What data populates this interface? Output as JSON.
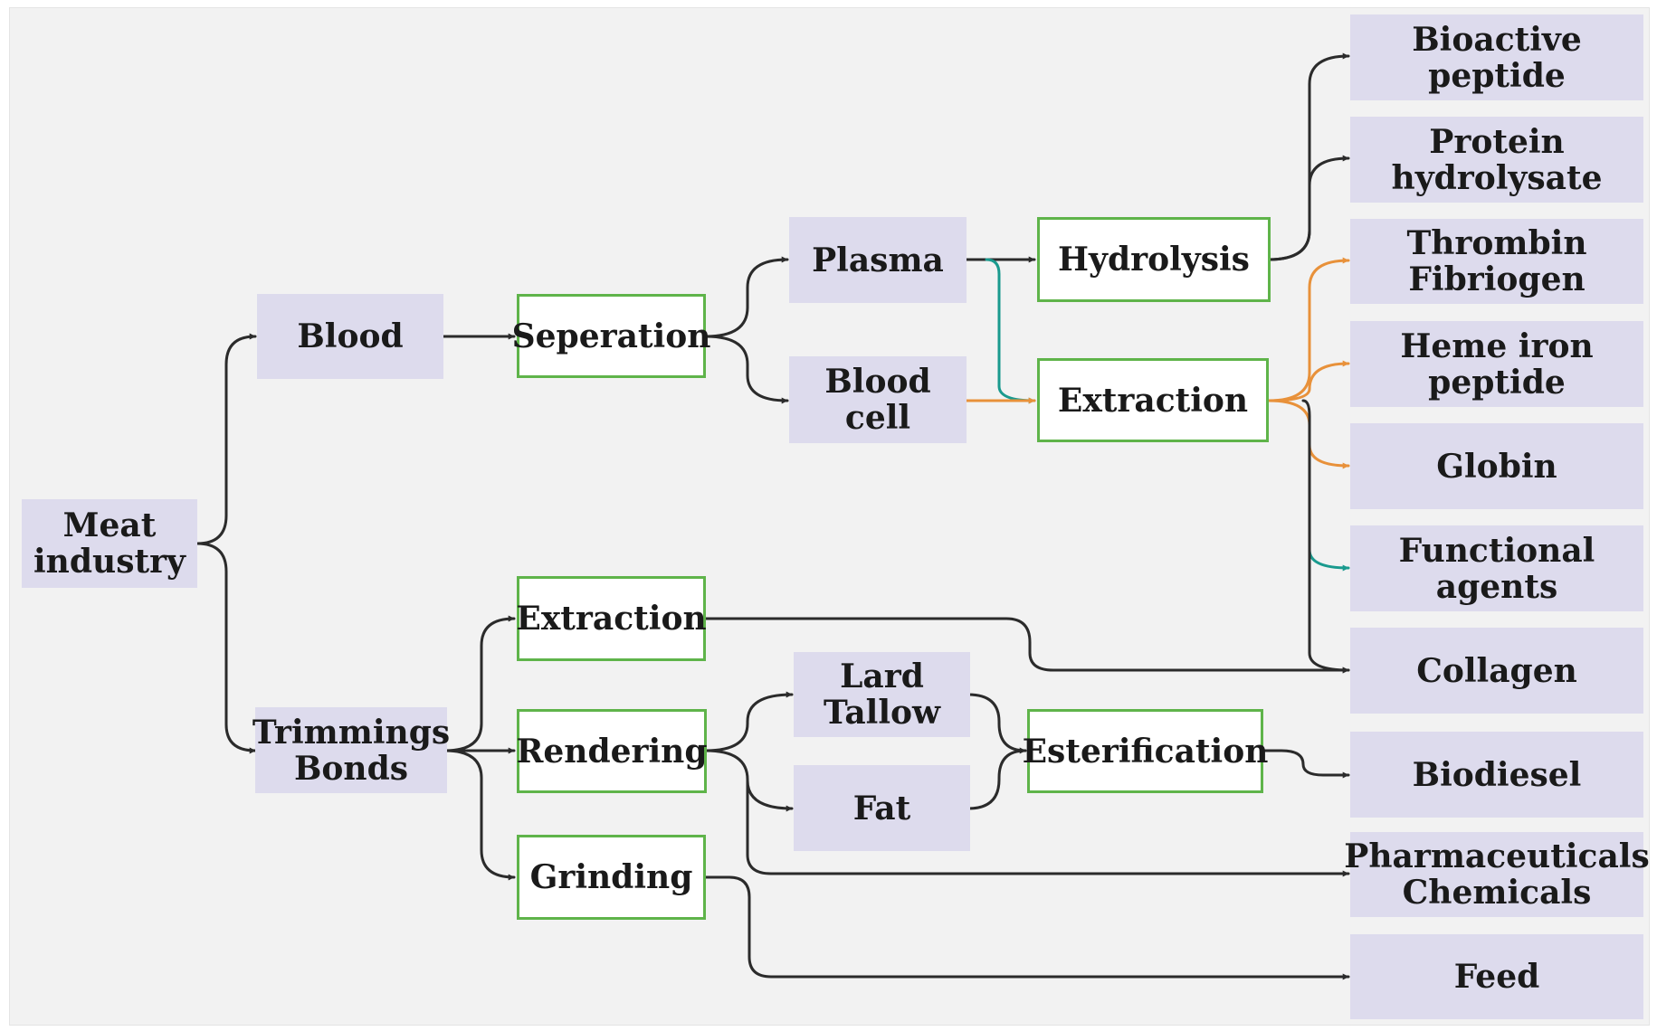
{
  "colors": {
    "product_fill": "#dddbed",
    "process_border": "#5fb44a",
    "arrow_black": "#2b2b2b",
    "arrow_orange": "#e8913a",
    "arrow_teal": "#1a9a8e"
  },
  "nodes": {
    "meat_industry": "Meat\nindustry",
    "blood": "Blood",
    "trimmings_bonds": "Trimmings\nBonds",
    "separation": "Seperation",
    "plasma": "Plasma",
    "blood_cell": "Blood\ncell",
    "hydrolysis": "Hydrolysis",
    "extraction_blood": "Extraction",
    "extraction_trim": "Extraction",
    "rendering": "Rendering",
    "grinding": "Grinding",
    "lard_tallow": "Lard\nTallow",
    "fat": "Fat",
    "esterification": "Esterification",
    "bioactive_peptide": "Bioactive\npeptide",
    "protein_hydrolysate": "Protein\nhydrolysate",
    "thrombin_fibriogen": "Thrombin\nFibriogen",
    "heme_iron_peptide": "Heme iron\npeptide",
    "globin": "Globin",
    "functional_agents": "Functional\nagents",
    "collagen": "Collagen",
    "biodiesel": "Biodiesel",
    "pharmaceuticals_chemicals": "Pharmaceuticals\nChemicals",
    "feed": "Feed"
  }
}
